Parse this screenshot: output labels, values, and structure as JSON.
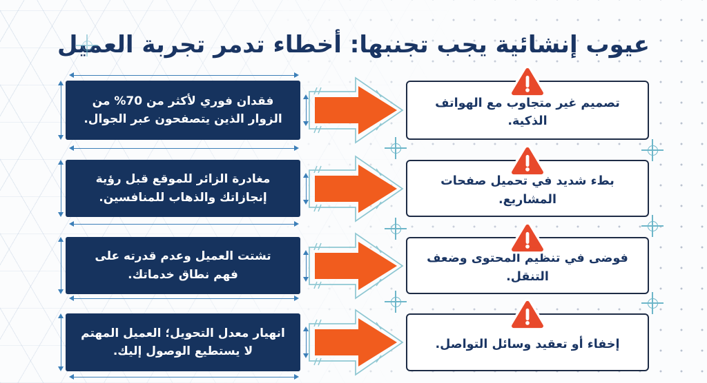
{
  "title": "عيوب إنشائية يجب تجنبها: أخطاء تدمر تجربة العميل",
  "rows": [
    {
      "consequence": "فقدان فوري لأكثر من 70% من الزوار الذين يتصفحون عبر الجوال.",
      "mistake": "تصميم غير متجاوب مع الهواتف الذكية."
    },
    {
      "consequence": "مغادرة الزائر للموقع قبل رؤية إنجازاتك والذهاب للمنافسين.",
      "mistake": "بطء شديد في تحميل صفحات المشاريع."
    },
    {
      "consequence": "تشتت العميل وعدم قدرته على فهم نطاق خدماتك.",
      "mistake": "فوضى في تنظيم المحتوى وضعف التنقل."
    },
    {
      "consequence": "انهيار معدل التحويل؛ العميل المهتم لا يستطيع الوصول إليك.",
      "mistake": "إخفاء أو تعقيد وسائل التواصل."
    }
  ],
  "icons": {
    "arrow": "arrow-right-icon",
    "warning": "warning-triangle-icon",
    "crosshair": "crosshair-registration-mark",
    "dimension": "dimension-line"
  },
  "colors": {
    "navy": "#16335e",
    "titleNavy": "#1a3563",
    "orange": "#f15c1e",
    "warning": "#e8492b",
    "blueprint": "#3c7fb8",
    "teal": "#6db6c9",
    "outline": "#8ec7d2",
    "border": "#1d2b45",
    "bg": "#fbfcfd"
  }
}
